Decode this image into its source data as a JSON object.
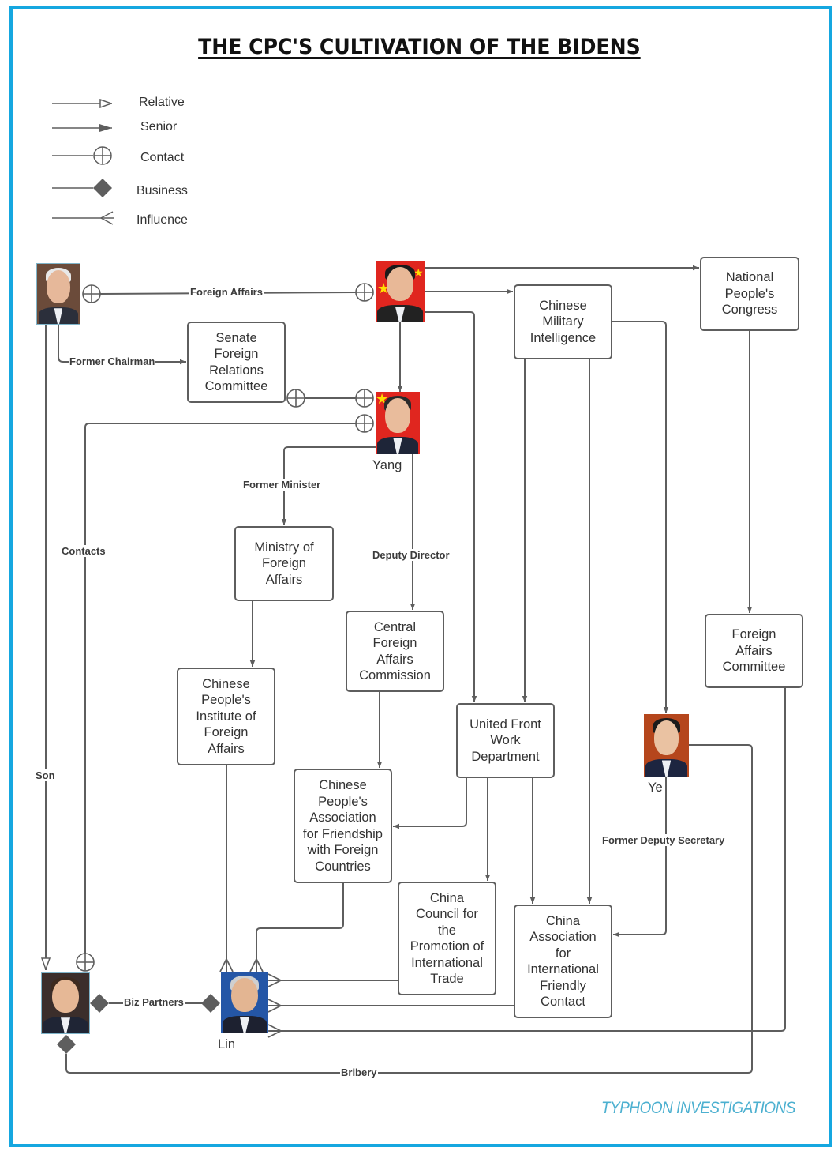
{
  "title": "THE CPC'S CULTIVATION OF THE BIDENS",
  "legend": [
    {
      "label": "Relative",
      "marker": "open-arrow"
    },
    {
      "label": "Senior",
      "marker": "filled-arrow"
    },
    {
      "label": "Contact",
      "marker": "crossed-circle"
    },
    {
      "label": "Business",
      "marker": "filled-diamond"
    },
    {
      "label": "Influence",
      "marker": "crows-foot"
    }
  ],
  "people": {
    "joe_biden": {
      "label": ""
    },
    "xi_jinping": {
      "label": ""
    },
    "yang": {
      "label": "Yang"
    },
    "ye": {
      "label": "Ye"
    },
    "hunter_biden": {
      "label": ""
    },
    "lin": {
      "label": "Lin"
    }
  },
  "boxes": {
    "senate_frc": "Senate\nForeign\nRelations\nCommittee",
    "cmi": "Chinese\nMilitary\nIntelligence",
    "npc": "National\nPeople's\nCongress",
    "mfa": "Ministry of\nForeign\nAffairs",
    "cfac": "Central\nForeign\nAffairs\nCommission",
    "fac": "Foreign\nAffairs\nCommittee",
    "cpifa": "Chinese\nPeople's\nInstitute of\nForeign\nAffairs",
    "ufwd": "United Front\nWork\nDepartment",
    "cpaffc": "Chinese\nPeople's\nAssociation\nfor Friendship\nwith Foreign\nCountries",
    "ccpit": "China\nCouncil for\nthe\nPromotion of\nInternational\nTrade",
    "caifc": "China\nAssociation\nfor\nInternational\nFriendly\nContact"
  },
  "edge_labels": {
    "foreign_affairs": "Foreign Affairs",
    "former_chairman": "Former Chairman",
    "former_minister": "Former Minister",
    "contacts": "Contacts",
    "deputy_director": "Deputy Director",
    "son": "Son",
    "former_deputy_secretary": "Former Deputy Secretary",
    "biz_partners": "Biz Partners",
    "bribery": "Bribery"
  },
  "footer": "TYPHOON INVESTIGATIONS",
  "colors": {
    "frame": "#15a7e0",
    "line": "#5e5e5e",
    "footer": "#4cb0d0",
    "flag_red": "#e0261f"
  }
}
